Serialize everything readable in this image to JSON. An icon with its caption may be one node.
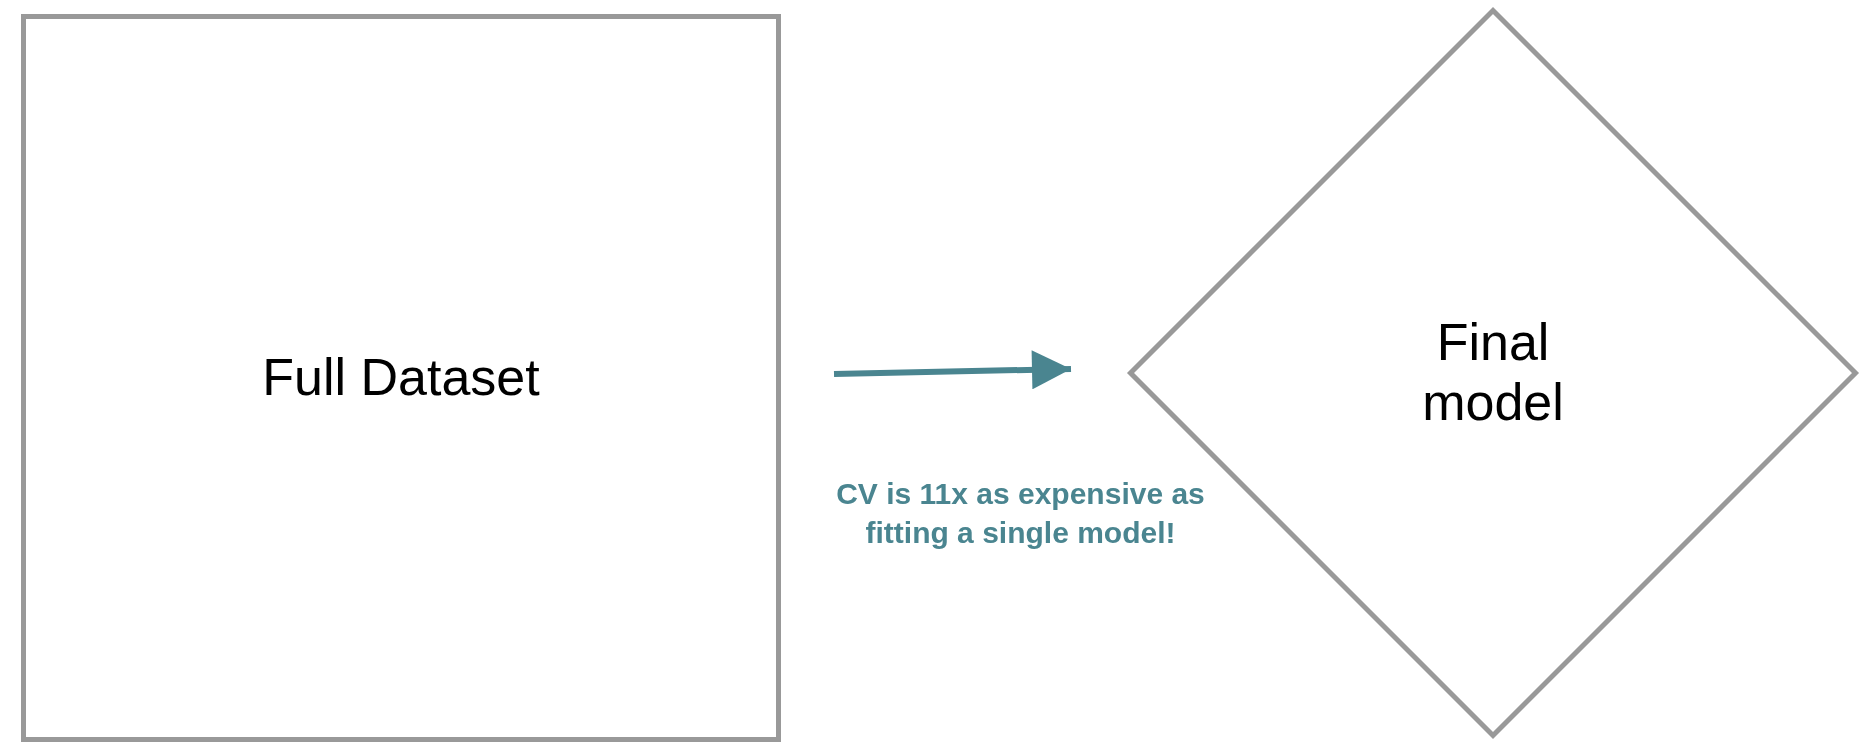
{
  "diagram": {
    "nodes": [
      {
        "text": [
          "Full Dataset"
        ]
      },
      {
        "text": [
          "Final model"
        ]
      }
    ],
    "edges": [
      {
        "from": 0,
        "to": 1,
        "arrow": "to",
        "label": "CV is 11x as expensive as fitting a single model!",
        "color": "#4a8590"
      }
    ]
  }
}
